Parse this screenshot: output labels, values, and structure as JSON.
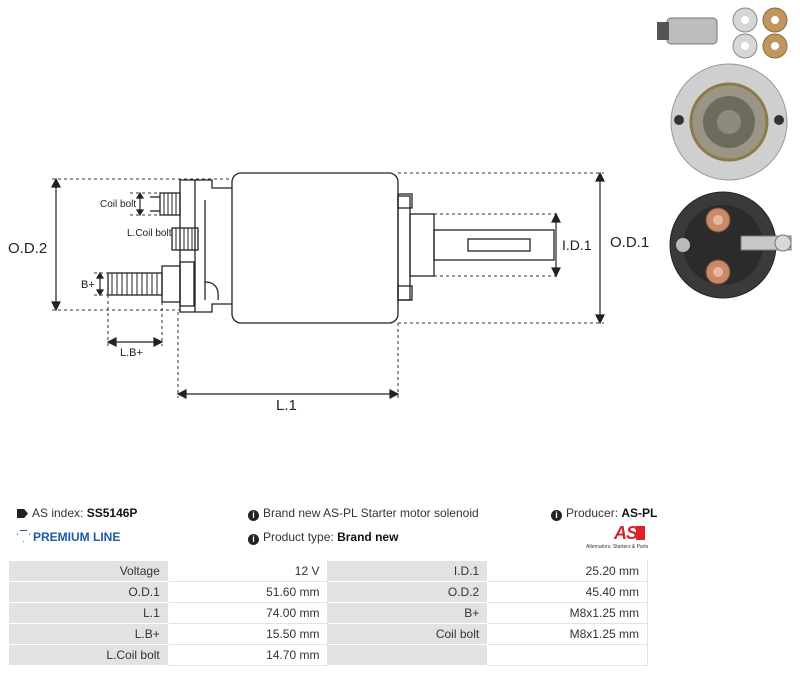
{
  "drawing": {
    "labels": {
      "od2": "O.D.2",
      "od1": "O.D.1",
      "id1": "I.D.1",
      "l1": "L.1",
      "lbplus": "L.B+",
      "bplus": "B+",
      "coil_bolt": "Coil bolt",
      "l_coil_bolt": "L.Coil bolt"
    }
  },
  "info": {
    "as_index_label": "AS index:",
    "as_index_value": "SS5146P",
    "premium": "PREMIUM LINE",
    "description": "Brand new AS-PL Starter motor solenoid",
    "product_type_label": "Product type:",
    "product_type_value": "Brand new",
    "producer_label": "Producer:",
    "producer_value": "AS-PL",
    "logo_text": "AS",
    "logo_tagline": "Alternators, Starters & Parts"
  },
  "specs": [
    {
      "l1": "Voltage",
      "v1": "12 V",
      "l2": "I.D.1",
      "v2": "25.20 mm"
    },
    {
      "l1": "O.D.1",
      "v1": "51.60 mm",
      "l2": "O.D.2",
      "v2": "45.40 mm"
    },
    {
      "l1": "L.1",
      "v1": "74.00 mm",
      "l2": "B+",
      "v2": "M8x1.25 mm"
    },
    {
      "l1": "L.B+",
      "v1": "15.50 mm",
      "l2": "Coil bolt",
      "v2": "M8x1.25 mm"
    },
    {
      "l1": "L.Coil bolt",
      "v1": "14.70 mm",
      "l2": "",
      "v2": ""
    }
  ],
  "colors": {
    "premium": "#1f5aa6",
    "logo_red": "#d8232a",
    "table_label_bg": "#e2e2e2"
  }
}
